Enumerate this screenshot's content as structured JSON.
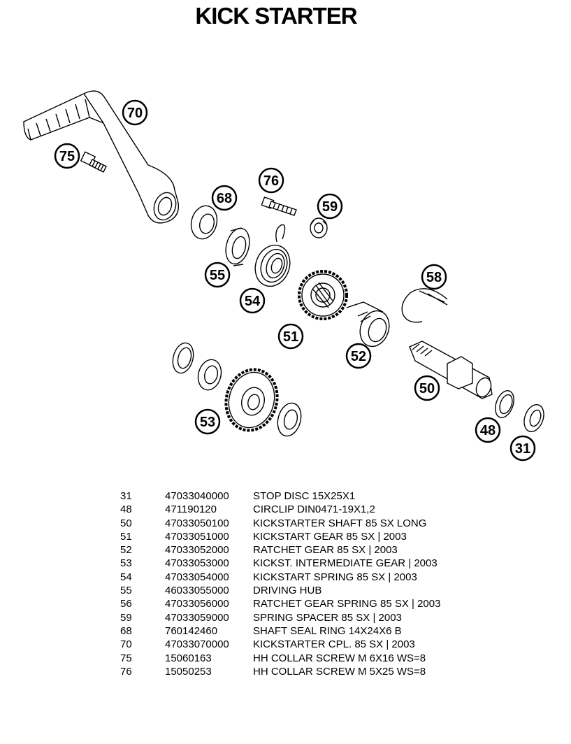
{
  "title": "KICK STARTER",
  "callouts": [
    "70",
    "75",
    "76",
    "68",
    "59",
    "55",
    "54",
    "58",
    "51",
    "52",
    "50",
    "53",
    "48",
    "31"
  ],
  "parts": [
    {
      "pos": "31",
      "number": "47033040000",
      "description": "STOP DISC 15X25X1"
    },
    {
      "pos": "48",
      "number": "471190120",
      "description": "CIRCLIP DIN0471-19X1,2"
    },
    {
      "pos": "50",
      "number": "47033050100",
      "description": "KICKSTARTER SHAFT 85 SX LONG"
    },
    {
      "pos": "51",
      "number": "47033051000",
      "description": "KICKSTART GEAR 85 SX | 2003"
    },
    {
      "pos": "52",
      "number": "47033052000",
      "description": "RATCHET GEAR 85 SX | 2003"
    },
    {
      "pos": "53",
      "number": "47033053000",
      "description": "KICKST. INTERMEDIATE GEAR | 2003"
    },
    {
      "pos": "54",
      "number": "47033054000",
      "description": "KICKSTART SPRING 85 SX | 2003"
    },
    {
      "pos": "55",
      "number": "46033055000",
      "description": "DRIVING HUB"
    },
    {
      "pos": "56",
      "number": "47033056000",
      "description": "RATCHET GEAR SPRING 85 SX | 2003"
    },
    {
      "pos": "59",
      "number": "47033059000",
      "description": "SPRING SPACER 85 SX | 2003"
    },
    {
      "pos": "68",
      "number": "760142460",
      "description": "SHAFT SEAL RING 14X24X6 B"
    },
    {
      "pos": "70",
      "number": "47033070000",
      "description": "KICKSTARTER CPL. 85 SX | 2003"
    },
    {
      "pos": "75",
      "number": "15060163",
      "description": "HH COLLAR SCREW M 6X16 WS=8"
    },
    {
      "pos": "76",
      "number": "15050253",
      "description": "HH COLLAR SCREW M 5X25 WS=8"
    }
  ]
}
